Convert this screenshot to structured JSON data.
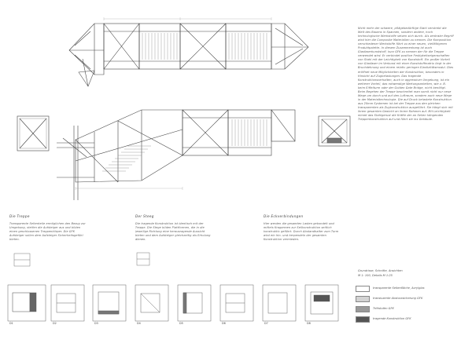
{
  "right_text": "Nicht mehr der schwere, pflägebedürftige Stahl verstrebt die Welt des Bauens in Spannen, sondern andere, hoch technologische Werkstoffe setzen sich durch. Als zentraler Begriff wird hier die Composite Materialien zu nennen. Die Komposition verschiedener Werkstoffe führt zu einer neuen, vielfältigeren Produktpalette. In diesem Zusammenhang ist auch Glasfaserkunststoff, kurz GFK zu nennen der für die Treppe verwendet wird. Er verbindet positive Festigkeitseigenschaften von Stahl mit der Leichtigkeit von Kunststoff. Ein großer Vorteil von Glasfaser im Verbund mit einer Kunststoffmatrix liegt in der Bruchdehnung und einem relativ geringen Elastizitätsmodul. Dies eröffnet neue Möglichkeiten der Konstruktion, besonders in Hinsicht auf Zugbelastungen. Das tragende Konstruktionsverhalten, auch in aggressiver Umgebung, ist ein weiterer Vorteil, das notwendige Wartungsarbeiten, wie z. B. beim Eiffelturm oder der Golden Gate Bridge, nicht benötigt. Beim Begehen der Treppe beschreitet man somit nicht nur neue Wege um durch und auf den Luftraum, sondern auch neue Wege in der Materialtechnologie. Die auf Druck belastete Konstruktion aus 20mm Systemen ist bei der Treppe aus den gleichen transparenten als Zugkonstruktion ausgeführt. Sie hängt sich mit ihrem gesamten Gewicht an ihrem Rahmen auf. Mit Leichtigkeit nimmt das Stahlgerust die Kräfte der an Seilen hängenden Treppenkonstruktion auf und führt sie ins Gebäude.",
  "sections": [
    {
      "heading": "Die Treppe",
      "text": "Transparente Seitenteile ermöglichen den Bezug zur Umgebung, steifen die Aufsteiger aus und bilden einen geschlossenen Treppenkörper. Die GFK Aufsteiger sollen dem Aufsteiger Sicherheitsgefühl bieten."
    },
    {
      "heading": "Der Steeg",
      "text": "Die tragende Konstruktion ist identisch mit der Treppe. Die Stege bilden Plattformen, die in die jeweilige Richtung eine herausragende Aussicht bieten und dem Aufsteiger gleichzeitig als Erholung dienen."
    },
    {
      "heading": "Die Eckverbindungen",
      "text": "Hier werden die gesamten Lasten gebondelt und mittels Kragarmen zur Seilkonstruktion seitlich konstruktiv geführt. Durch Abstandhalter zum Turm wird ein hin- und herpendeln der gesamten Konstruktion vermieden."
    }
  ],
  "caption": {
    "line1": "Grundrisse, Schnitte, Ansichten",
    "line2": "M 1: 100,                    Details M 1:25"
  },
  "legend": [
    {
      "label": "transparente Seitenfläche, Acrylglas",
      "color": "#ffffff"
    },
    {
      "label": "transluzente Absturzsicherung GFK",
      "color": "#d3d3d3"
    },
    {
      "label": "Trittstufen GFK",
      "color": "#9a9a9a"
    },
    {
      "label": "tragende Konstruktion GFK",
      "color": "#555555"
    }
  ],
  "details": [
    "D1",
    "D2",
    "D3",
    "D4",
    "D5",
    "D6",
    "D7",
    "D8"
  ]
}
